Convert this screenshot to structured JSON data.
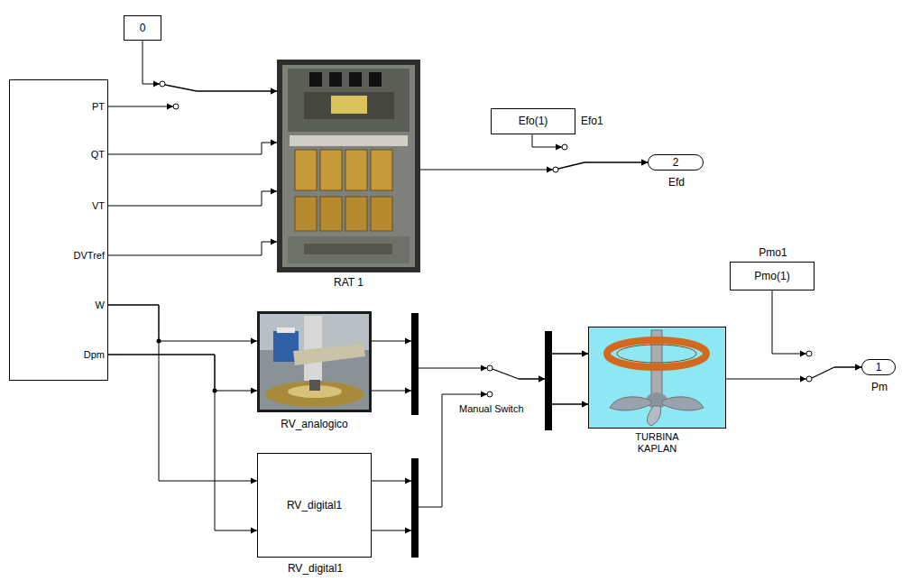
{
  "diagram": {
    "nodes": [
      {
        "text": [
          "0"
        ]
      },
      {
        "text": [
          "PT",
          "QT",
          "VT",
          "DVTref",
          "W",
          "Dpm"
        ]
      },
      {
        "text": [
          "RAT 1"
        ]
      },
      {
        "text": [
          "Efo(1)",
          "Efo1"
        ]
      },
      {
        "text": [
          "2",
          "Efd"
        ]
      },
      {
        "text": [
          "RV_analogico"
        ]
      },
      {
        "text": [
          "RV_digital1",
          "RV_digital1"
        ]
      },
      {
        "text": [
          "TURBINA KAPLAN"
        ]
      },
      {
        "text": [
          "Pmo(1)",
          "Pmo1"
        ]
      },
      {
        "text": [
          "1",
          "Pm"
        ]
      }
    ],
    "edges": [
      {
        "from": 0,
        "to": 2,
        "arrow": "to"
      },
      {
        "from": 1,
        "to": 2,
        "arrow": "to"
      },
      {
        "from": 1,
        "to": 2,
        "arrow": "to"
      },
      {
        "from": 1,
        "to": 2,
        "arrow": "to"
      },
      {
        "from": 1,
        "to": 2,
        "arrow": "to"
      },
      {
        "from": 2,
        "to": 4,
        "arrow": "to"
      },
      {
        "from": 3,
        "to": 4,
        "arrow": "to"
      },
      {
        "from": 1,
        "to": 5,
        "arrow": "to"
      },
      {
        "from": 1,
        "to": 5,
        "arrow": "to"
      },
      {
        "from": 1,
        "to": 6,
        "arrow": "to"
      },
      {
        "from": 1,
        "to": 6,
        "arrow": "to"
      },
      {
        "from": 5,
        "to": 7,
        "arrow": "to"
      },
      {
        "from": 6,
        "to": 7,
        "arrow": "to"
      },
      {
        "from": 7,
        "to": 9,
        "arrow": "to"
      },
      {
        "from": 8,
        "to": 9,
        "arrow": "to"
      }
    ],
    "labels": [
      "Manual Switch"
    ]
  }
}
